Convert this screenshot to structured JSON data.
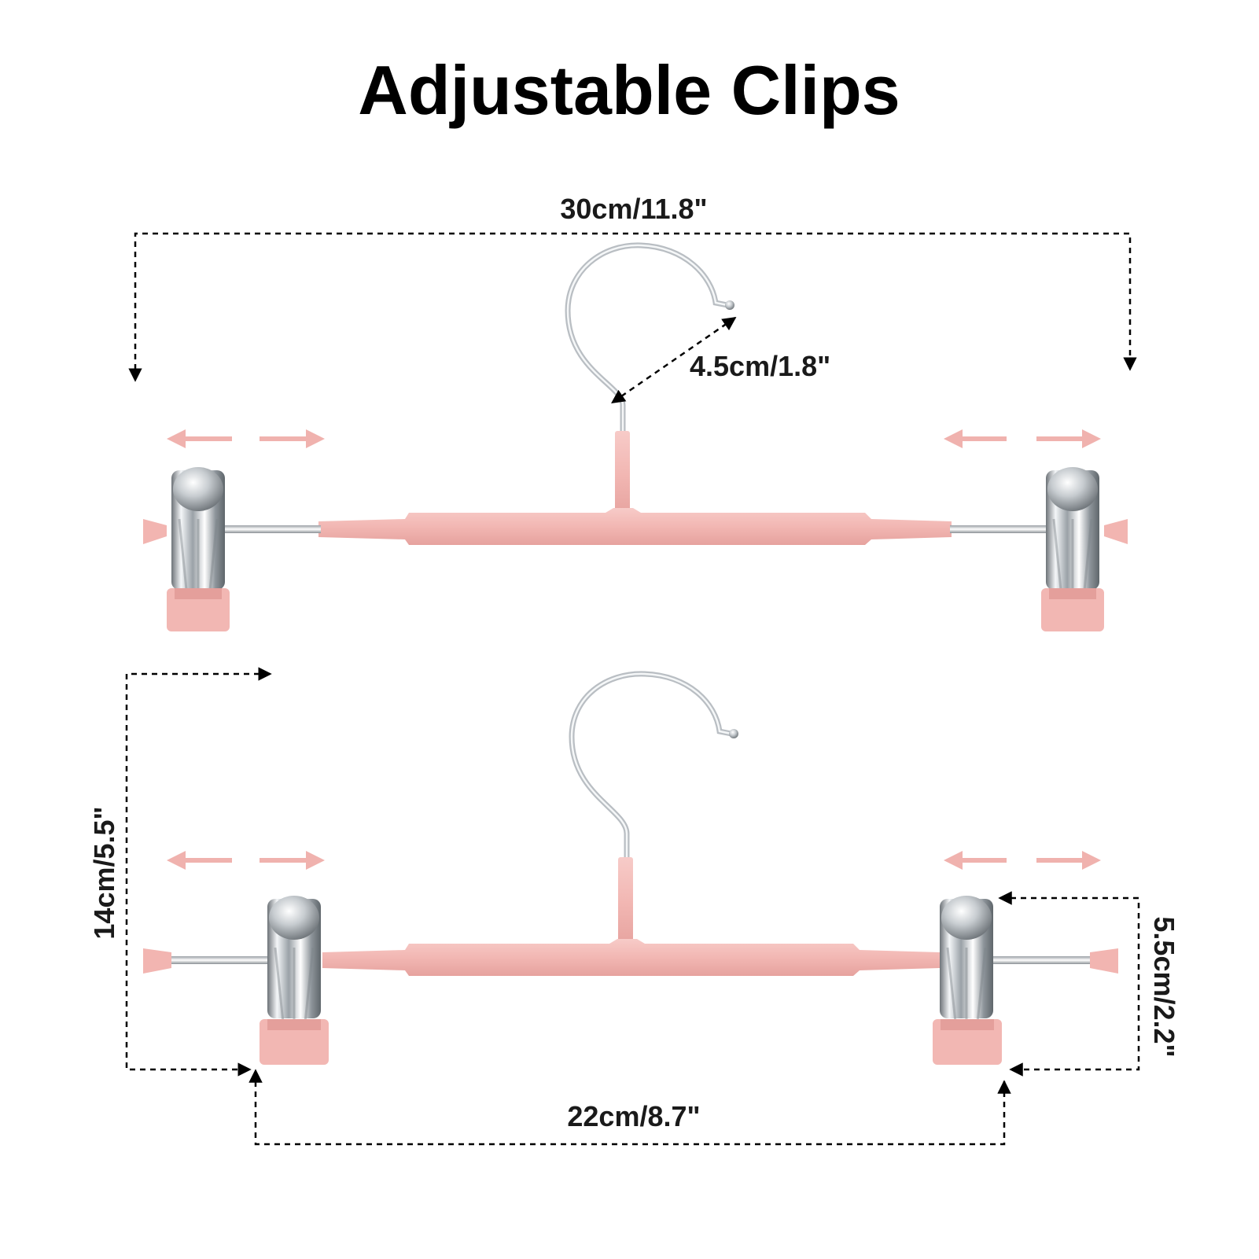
{
  "title": "Adjustable Clips",
  "dimensions": {
    "total_width": "30cm/11.8\"",
    "hook_opening": "4.5cm/1.8\"",
    "clip_span": "22cm/8.7\"",
    "hanger_height": "14cm/5.5\"",
    "clip_height": "5.5cm/2.2\""
  },
  "colors": {
    "background": "#ffffff",
    "hanger_pink": "#f2b9b6",
    "arrow_pink": "#f0b2ae",
    "metal": "#c4c8cc",
    "text": "#000000"
  },
  "icons": {
    "slide_left": "arrow-left-icon",
    "slide_right": "arrow-right-icon"
  }
}
